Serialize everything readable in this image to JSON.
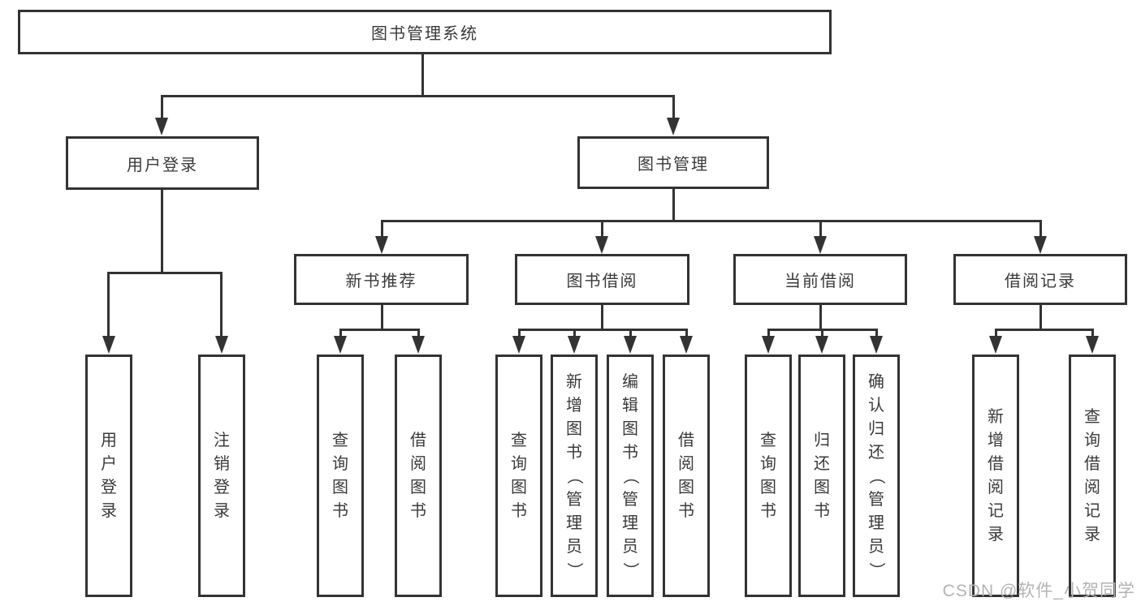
{
  "diagram": {
    "root": {
      "label": "图书管理系统"
    },
    "branches": [
      {
        "label": "用户登录",
        "children": [
          "用户登录",
          "注销登录"
        ]
      },
      {
        "label": "图书管理",
        "children": [
          {
            "label": "新书推荐",
            "children": [
              "查询图书",
              "借阅图书"
            ]
          },
          {
            "label": "图书借阅",
            "children": [
              "查询图书",
              "新增图书（管理员）",
              "编辑图书（管理员）",
              "借阅图书"
            ]
          },
          {
            "label": "当前借阅",
            "children": [
              "查询图书",
              "归还图书",
              "确认归还（管理员）"
            ]
          },
          {
            "label": "借阅记录",
            "children": [
              "新增借阅记录",
              "查询借阅记录"
            ]
          }
        ]
      }
    ]
  },
  "watermark": {
    "text": "CSDN @软件_小贺同学"
  },
  "colors": {
    "line": "#333333",
    "text": "#3a3a3a",
    "watermark": "#b3b3b3",
    "background": "#ffffff"
  }
}
